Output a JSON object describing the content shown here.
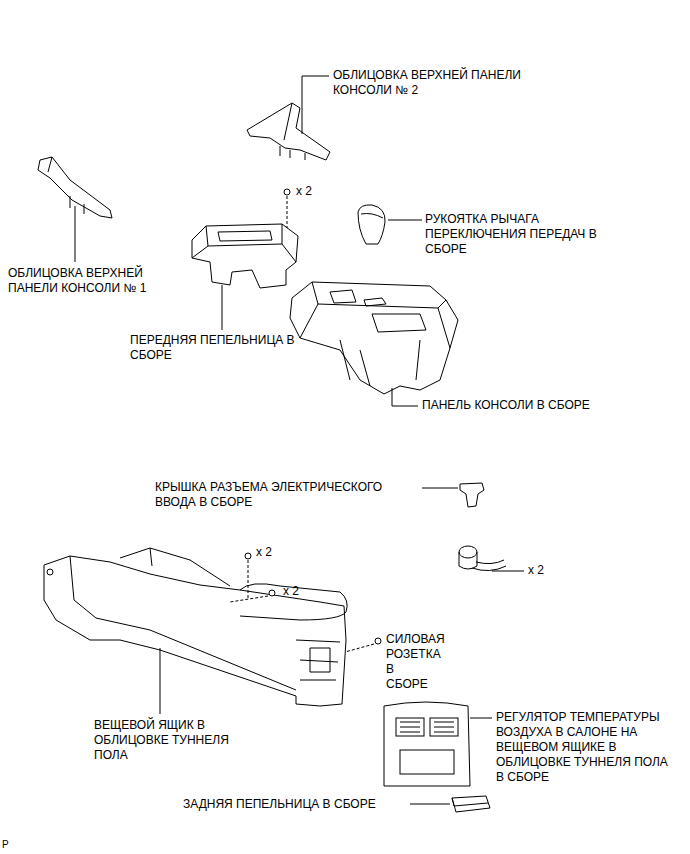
{
  "diagram": {
    "labels": [
      "ОБЛИЦОВКА ВЕРХНЕЙ ПАНЕЛИ КОНСОЛИ № 2",
      "x 2",
      "РУКОЯТКА РЫЧАГА ПЕРЕКЛЮЧЕНИЯ ПЕРЕДАЧ В СБОРЕ",
      "ОБЛИЦОВКА ВЕРХНЕЙ ПАНЕЛИ КОНСОЛИ № 1",
      "ПЕРЕДНЯЯ ПЕПЕЛЬНИЦА В СБОРЕ",
      "ПАНЕЛЬ КОНСОЛИ В СБОРЕ",
      "КРЫШКА РАЗЪЕМА ЭЛЕКТРИЧЕСКОГО ВВОДА В СБОРЕ",
      "x 2",
      "x 2",
      "СИЛОВАЯ РОЗЕТКА В СБОРЕ",
      "x 2",
      "ВЕЩЕВОЙ ЯЩИК В ОБЛИЦОВКЕ ТУННЕЛЯ ПОЛА",
      "РЕГУЛЯТОР ТЕМПЕРАТУРЫ ВОЗДУХА В САЛОНЕ НА ВЕЩЕВОМ ЯЩИКЕ В ОБЛИЦОВКЕ ТУННЕЛЯ ПОЛА В СБОРЕ",
      "ЗАДНЯЯ ПЕПЕЛЬНИЦА В СБОРЕ",
      "P"
    ]
  }
}
